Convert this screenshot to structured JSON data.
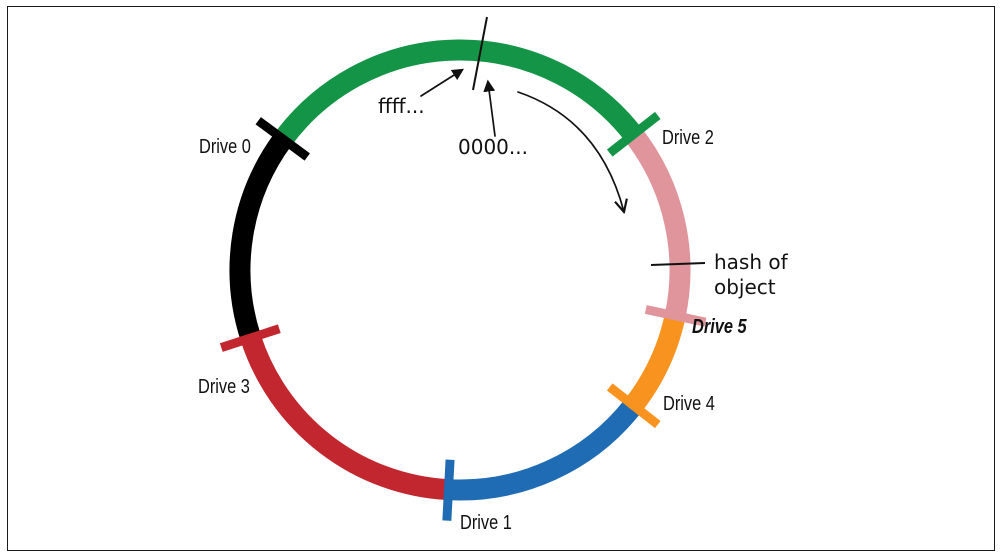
{
  "frame": {
    "border_color": "#1a1a1a"
  },
  "ring": {
    "boundary_labels": {
      "end": "ffff...",
      "start": "0000..."
    },
    "direction": "clockwise"
  },
  "annotation": {
    "line1": "hash of",
    "line2": "object"
  },
  "drives": [
    {
      "id": "drive0",
      "label": "Drive 0",
      "color": "#000000",
      "emphasis": false
    },
    {
      "id": "drive1",
      "label": "Drive 1",
      "color": "#1f6cb4",
      "emphasis": false
    },
    {
      "id": "drive2",
      "label": "Drive 2",
      "color": "#149447",
      "emphasis": false
    },
    {
      "id": "drive3",
      "label": "Drive 3",
      "color": "#c2272f",
      "emphasis": false
    },
    {
      "id": "drive4",
      "label": "Drive 4",
      "color": "#f7931e",
      "emphasis": false
    },
    {
      "id": "drive5",
      "label": "Drive 5",
      "color": "#e0959c",
      "emphasis": true
    }
  ]
}
